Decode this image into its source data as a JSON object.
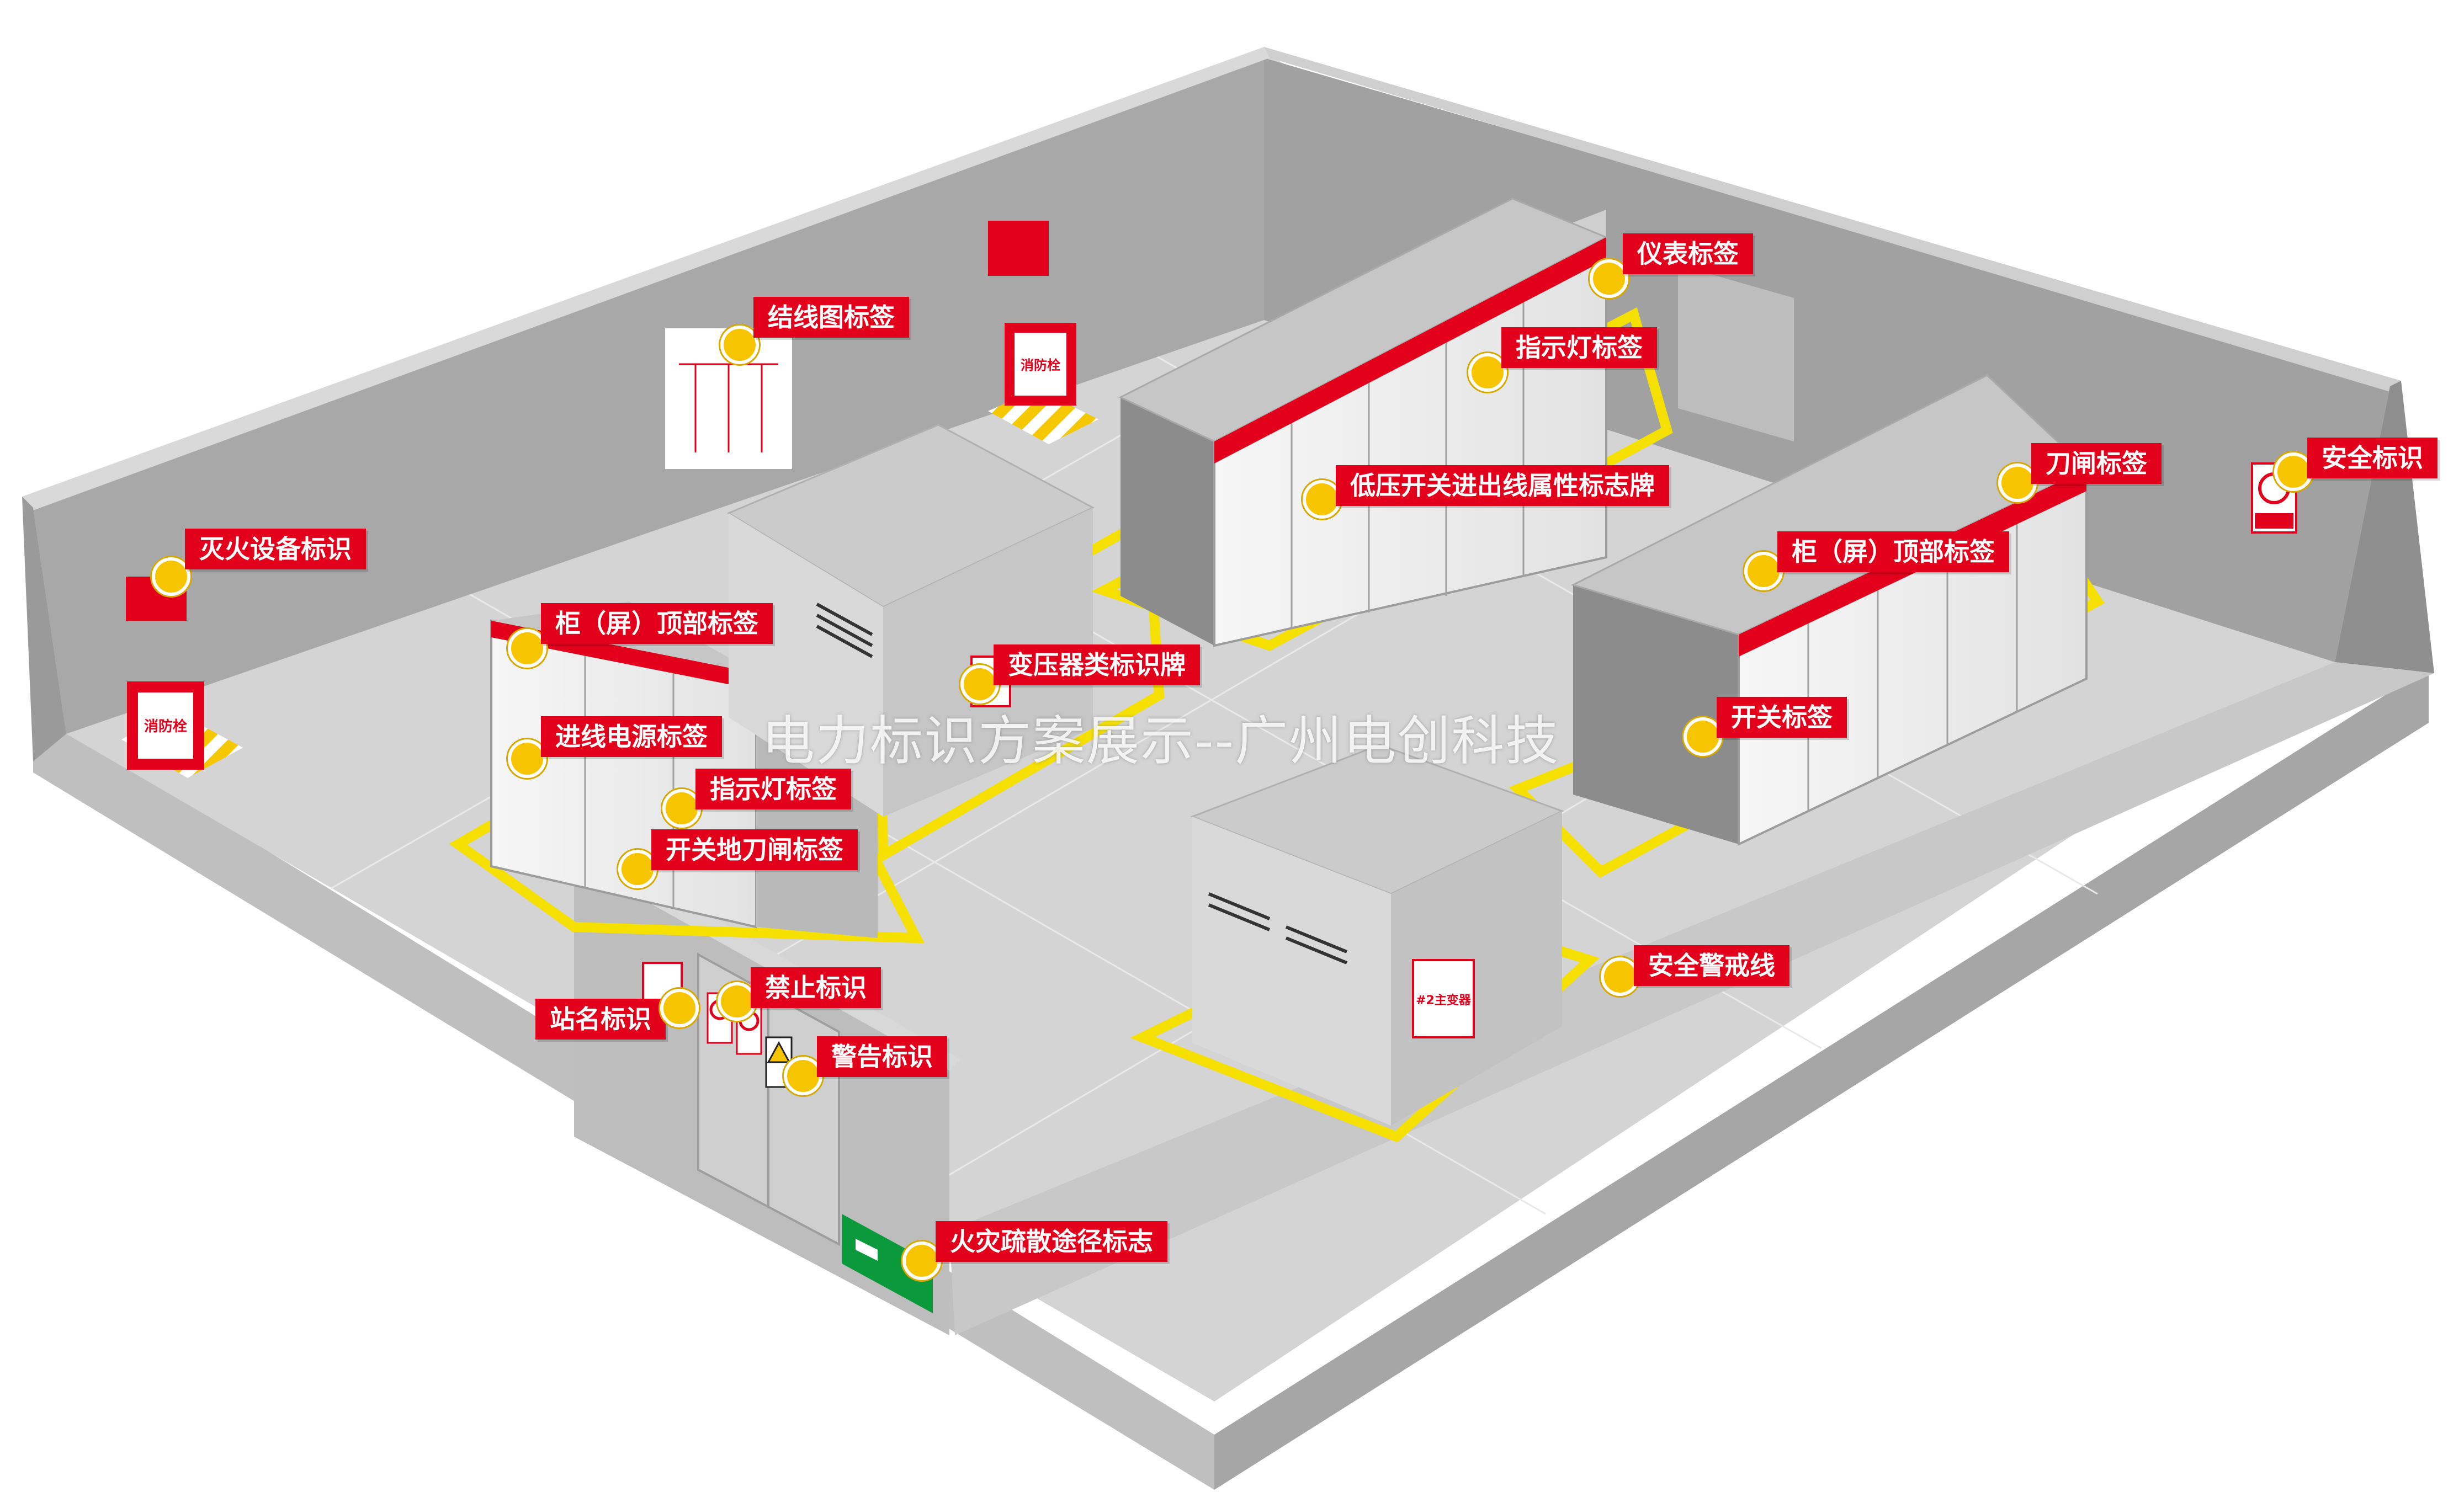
{
  "watermark": "电力标识方案展示--广州电创科技",
  "colors": {
    "wall": "#a9a9a9",
    "wall_top": "#cfcfcf",
    "floor": "#d2d2d2",
    "safety_line": "#f5e000",
    "label_bg": "#e3001b",
    "dot": "#f7c400",
    "cabinet_body": "#f3f3f3",
    "cabinet_top": "#c4c4c4",
    "exit_green": "#0a9a3c"
  },
  "equipment": {
    "hydrant_label": "消防栓",
    "transformer_plate": "#2主变器"
  },
  "callouts": [
    {
      "id": "fire-equipment",
      "text": "灭火设备标识"
    },
    {
      "id": "wiring-diagram",
      "text": "结线图标签"
    },
    {
      "id": "meter",
      "text": "仪表标签"
    },
    {
      "id": "indicator-light-right",
      "text": "指示灯标签"
    },
    {
      "id": "low-voltage-switch",
      "text": "低压开关进出线属性标志牌"
    },
    {
      "id": "knife-switch",
      "text": "刀闸标签"
    },
    {
      "id": "safety-sign",
      "text": "安全标识"
    },
    {
      "id": "cabinet-top-right",
      "text": "柜（屏）顶部标签"
    },
    {
      "id": "cabinet-top-left",
      "text": "柜（屏）顶部标签"
    },
    {
      "id": "transformer",
      "text": "变压器类标识牌"
    },
    {
      "id": "switch",
      "text": "开关标签"
    },
    {
      "id": "incoming-power",
      "text": "进线电源标签"
    },
    {
      "id": "indicator-light-left",
      "text": "指示灯标签"
    },
    {
      "id": "earthing-switch",
      "text": "开关地刀闸标签"
    },
    {
      "id": "safety-warning-line",
      "text": "安全警戒线"
    },
    {
      "id": "prohibition",
      "text": "禁止标识"
    },
    {
      "id": "station-name",
      "text": "站名标识"
    },
    {
      "id": "warning",
      "text": "警告标识"
    },
    {
      "id": "evacuation-route",
      "text": "火灾疏散途径标志"
    }
  ]
}
